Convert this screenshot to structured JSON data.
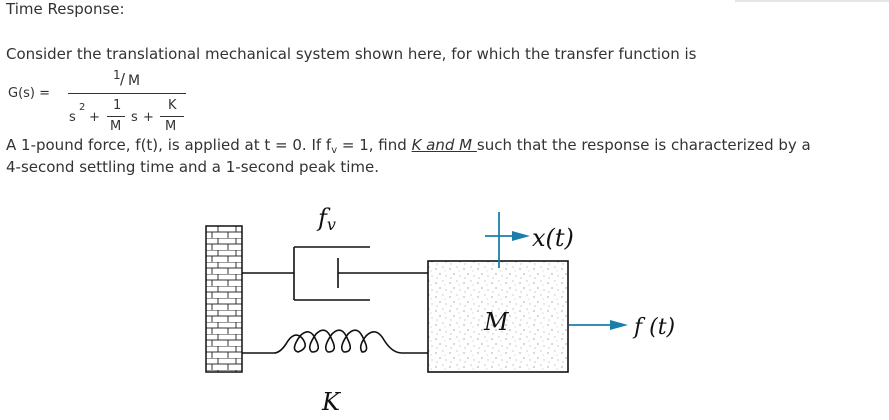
{
  "heading": "Time Response:",
  "intro": "Consider the translational mechanical system shown here, for which the transfer function is",
  "transfer_function": {
    "lhs": "G(s) =",
    "numerator_top": "1",
    "numerator_slash": "/",
    "numerator_bottom": "M",
    "den_s": "s",
    "den_sq": "2",
    "plus1": "+",
    "frac1_num": "1",
    "frac1_den": "M",
    "den_s2": "s",
    "plus2": "+",
    "frac2_num": "K",
    "frac2_den": "M"
  },
  "problem": {
    "line1_a": "A 1-pound force, f(t), is applied at t = 0. If f",
    "line1_sub": "v",
    "line1_b": " = 1, find ",
    "line1_link": "K and M ",
    "line1_c": "such that the response is characterized by a",
    "line2": "4-second settling time and a 1-second peak time."
  },
  "diagram": {
    "damper_label": "f",
    "damper_sub": "v",
    "spring_label": "K",
    "mass_label": "M",
    "displacement_label": "x(t)",
    "force_label": "f (t)",
    "colors": {
      "line": "#111111",
      "arrow": "#1a7fa8",
      "stipple": "#777777"
    }
  }
}
